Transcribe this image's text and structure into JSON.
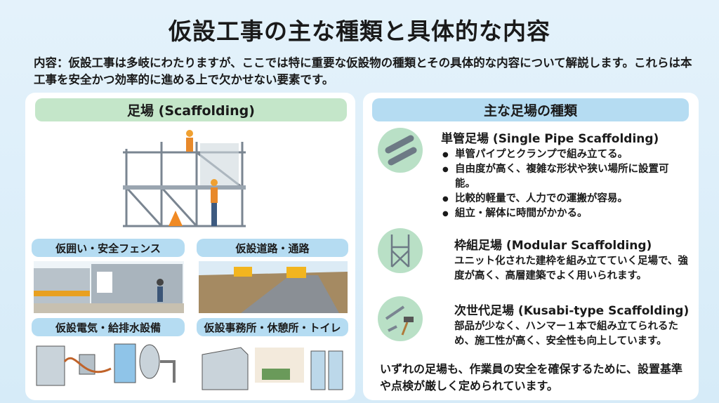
{
  "title": "仮設工事の主な種類と具体的な内容",
  "intro": "内容：仮設工事は多岐にわたりますが、ここでは特に重要な仮設物の種類とその具体的な内容について解説します。これらは本工事を安全かつ効率的に進める上で欠かせない要素です。",
  "left": {
    "header": "足場 (Scaffolding)",
    "cards": [
      {
        "label": "仮囲い・安全フェンス",
        "icon": "fence-illustration"
      },
      {
        "label": "仮設道路・通路",
        "icon": "road-illustration"
      },
      {
        "label": "仮設電気・給排水設備",
        "icon": "utilities-illustration"
      },
      {
        "label": "仮設事務所・休憩所・トイレ",
        "icon": "office-illustration"
      }
    ]
  },
  "right": {
    "header": "主な足場の種類",
    "types": [
      {
        "title": "単管足場 (Single Pipe Scaffolding)",
        "bullets": [
          "単管パイプとクランプで組み立てる。",
          "自由度が高く、複雑な形状や狭い場所に設置可能。",
          "比較的軽量で、人力での運搬が容易。",
          "組立・解体に時間がかかる。"
        ]
      },
      {
        "title": "枠組足場 (Modular Scaffolding)",
        "text": "ユニット化された建枠を組み立てていく足場で、強度が高く、高層建築でよく用いられます。"
      },
      {
        "title": "次世代足場 (Kusabi-type Scaffolding)",
        "text": "部品が少なく、ハンマー１本で組み立てられるため、施工性が高く、安全性も向上しています。"
      }
    ],
    "footer": "いずれの足場も、作業員の安全を確保するために、設置基準や点検が厳しく定められています。"
  }
}
